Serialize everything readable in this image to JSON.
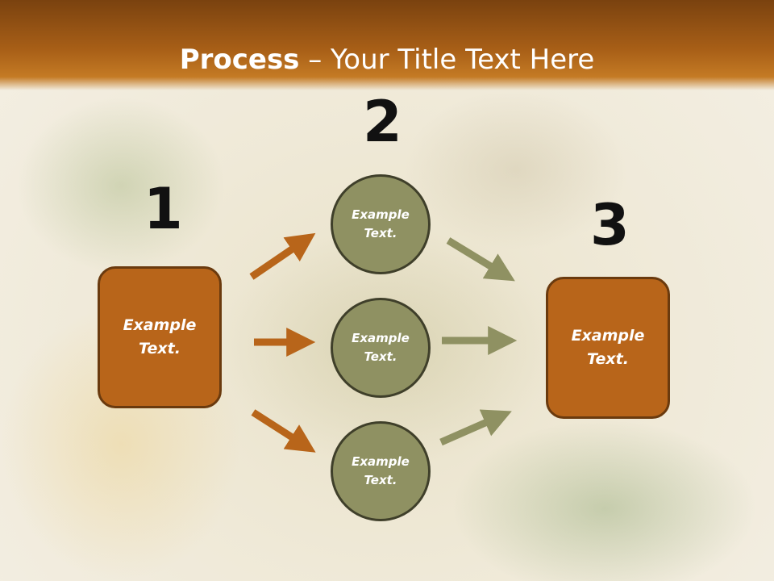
{
  "title": {
    "bold": "Process",
    "rest": " – Your Title Text Here"
  },
  "numbers": {
    "n1": "1",
    "n2": "2",
    "n3": "3"
  },
  "left_box": {
    "label": "Example\nText."
  },
  "right_box": {
    "label": "Example\nText."
  },
  "circles": [
    {
      "label": "Example\nText."
    },
    {
      "label": "Example\nText."
    },
    {
      "label": "Example\nText."
    }
  ],
  "colors": {
    "orange_arrow": "#b8651a",
    "olive_arrow": "#8f9162",
    "box_fill": "#b8651a",
    "circle_fill": "#8f9162"
  }
}
